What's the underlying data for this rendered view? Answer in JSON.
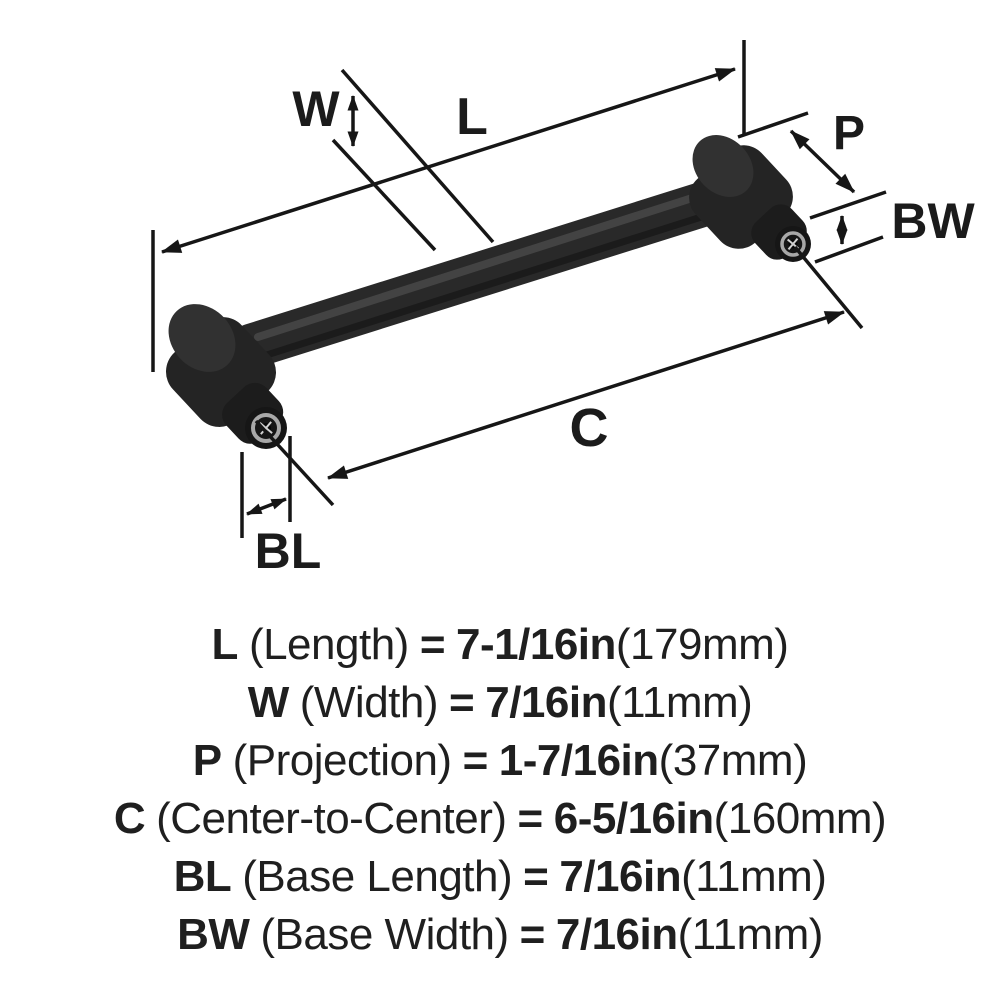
{
  "diagram": {
    "labels": {
      "l": "L",
      "w": "W",
      "p": "P",
      "c": "C",
      "bl": "BL",
      "bw": "BW"
    }
  },
  "specs": [
    {
      "abbr": "L",
      "name": "(Length)",
      "equals": "=",
      "value": "7-1/16in",
      "metric": "(179mm)"
    },
    {
      "abbr": "W",
      "name": "(Width)",
      "equals": "=",
      "value": "7/16in",
      "metric": "(11mm)"
    },
    {
      "abbr": "P",
      "name": "(Projection)",
      "equals": "=",
      "value": "1-7/16in",
      "metric": "(37mm)"
    },
    {
      "abbr": "C",
      "name": "(Center-to-Center)",
      "equals": "=",
      "value": "6-5/16in",
      "metric": "(160mm)"
    },
    {
      "abbr": "BL",
      "name": "(Base Length)",
      "equals": "=",
      "value": "7/16in",
      "metric": "(11mm)"
    },
    {
      "abbr": "BW",
      "name": "(Base Width)",
      "equals": "=",
      "value": "7/16in",
      "metric": "(11mm)"
    }
  ],
  "colors": {
    "background": "#ffffff",
    "dimension_lines": "#161616",
    "text": "#1f1f1f",
    "handle_body": "#262626",
    "screw_ring": "#a8a8a8"
  }
}
